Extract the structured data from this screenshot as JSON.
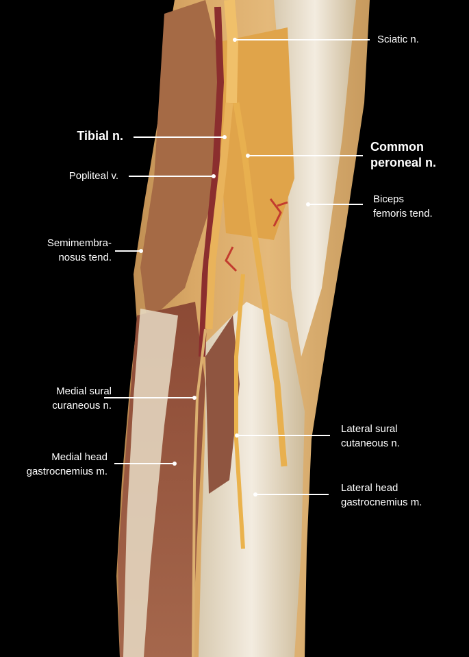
{
  "figure": {
    "subject": "Posterior knee dissection (popliteal fossa)",
    "background_color": "#000000",
    "label_color": "#ffffff"
  },
  "labels": {
    "sciatic": "Sciatic n.",
    "tibial": "Tibial n.",
    "common_peroneal": "Common\nperoneal n.",
    "popliteal_v": "Popliteal v.",
    "biceps": "Biceps\nfemoris tend.",
    "semimembranosus": "Semimembra-\nnosus tend.",
    "medial_sural": "Medial sural\ncuraneous n.",
    "lateral_sural": "Lateral sural\ncutaneous n.",
    "medial_head": "Medial head\ngastrocnemius m.",
    "lateral_head": "Lateral head\ngastrocnemius m."
  }
}
